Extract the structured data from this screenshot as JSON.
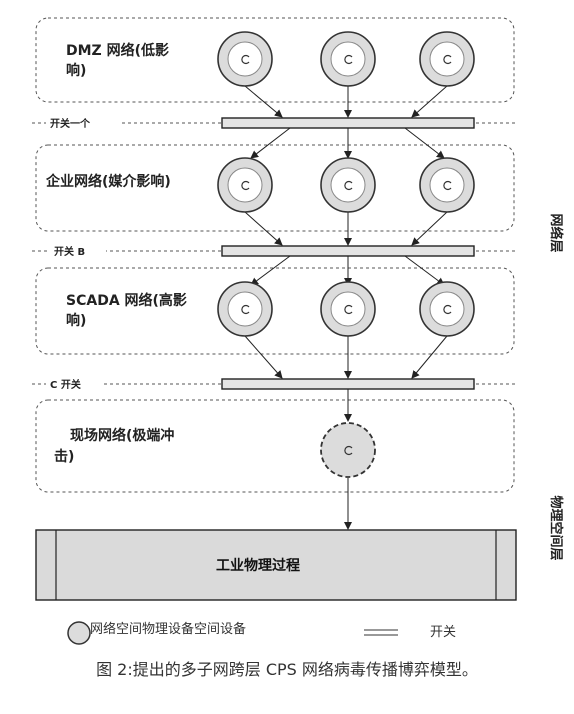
{
  "colors": {
    "node_fill": "#dcdcdc",
    "node_stroke": "#333333",
    "bar_fill": "#e4e4e4",
    "zone_stroke": "#555555",
    "process_fill": "#dadada"
  },
  "zones": [
    {
      "label_lines": [
        "DMZ 网络(低影",
        "响)"
      ],
      "node_count": 3
    },
    {
      "label_lines": [
        "企业网络(媒介影响)"
      ],
      "node_count": 3
    },
    {
      "label_lines": [
        "SCADA 网络(高影",
        "响)"
      ],
      "node_count": 3
    },
    {
      "label_lines": [
        "现场网络(极端冲",
        "击)"
      ],
      "node_count": 1
    }
  ],
  "switches": [
    {
      "label": "开关一个"
    },
    {
      "label": "开关 B"
    },
    {
      "label": "C 开关"
    }
  ],
  "side_labels": {
    "network_layer": "网络层",
    "physical_layer": "物理空间层"
  },
  "process": {
    "label": "工业物理过程"
  },
  "legend": {
    "node_label": "网络空间物理设备空间设备",
    "switch_label": "开关"
  },
  "caption": "图 2:提出的多子网跨层 CPS 网络病毒传播博弈模型。"
}
